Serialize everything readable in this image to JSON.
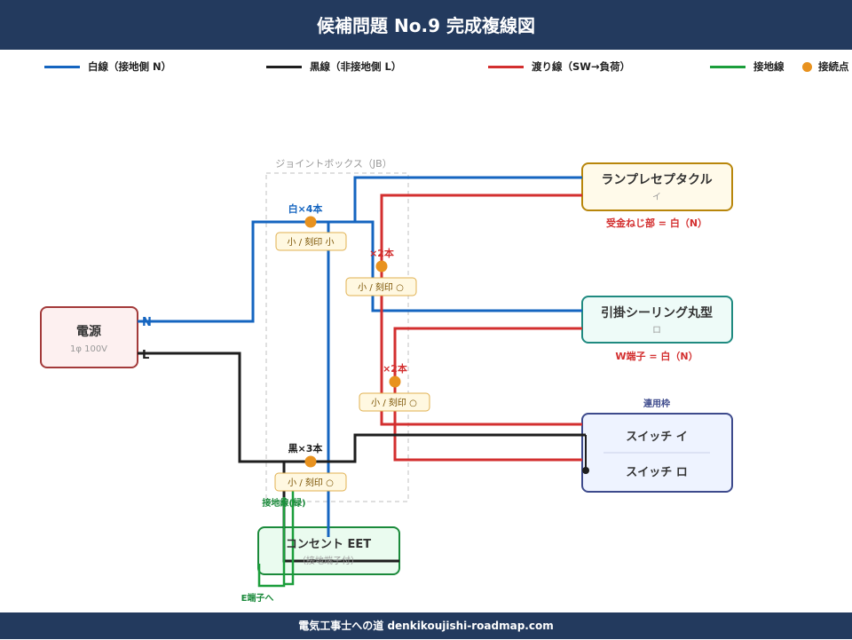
{
  "header": {
    "title": "候補問題 No.9  完成複線図"
  },
  "footer": {
    "text": "電気工事士への道 denkikoujishi-roadmap.com"
  },
  "legend": {
    "white": "白線（接地側 N）",
    "black": "黒線（非接地側 L）",
    "red": "渡り線（SW→負荷）",
    "ground": "接地線",
    "dot": "接続点"
  },
  "colors": {
    "white_wire": "#1565c0",
    "black_wire": "#1e1e1e",
    "red_wire": "#d32f2f",
    "ground_wire": "#1b9e3b",
    "dot": "#e8921f",
    "header_bg": "#233a5e"
  },
  "junction_box": {
    "label": "ジョイントボックス（JB）"
  },
  "power": {
    "title": "電源",
    "subtitle": "1φ 100V",
    "n_label": "N",
    "l_label": "L"
  },
  "lamp_i": {
    "title": "ランプレセプタクル",
    "subtitle": "イ",
    "note": "受金ねじ部 = 白（N）"
  },
  "lamp_ro": {
    "title": "引掛シーリング丸型",
    "subtitle": "ロ",
    "note": "W端子 = 白（N）"
  },
  "switch_frame": {
    "label": "連用枠",
    "switch_i": "スイッチ イ",
    "switch_ro": "スイッチ ロ"
  },
  "outlet": {
    "title": "コンセント EET",
    "subtitle": "（接地端子付）",
    "ground_label": "接地線(緑)",
    "e_terminal": "E端子へ"
  },
  "connections": {
    "white": {
      "count": "白×4本",
      "sleeve": "小 / 刻印 小"
    },
    "red1": {
      "count": "×2本",
      "sleeve": "小 / 刻印 ○"
    },
    "red2": {
      "count": "×2本",
      "sleeve": "小 / 刻印 ○"
    },
    "black": {
      "count": "黒×3本",
      "sleeve": "小 / 刻印 ○"
    }
  }
}
